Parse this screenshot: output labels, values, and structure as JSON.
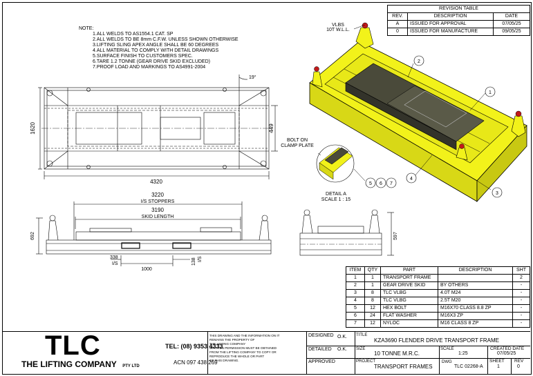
{
  "notes": {
    "heading": "NOTE:",
    "items": [
      "1.ALL WELDS TO AS1554.1 CAT. SP",
      "2.ALL WELDS TO BE 8mm C.F.W. UNLESS SHOWN OTHERWISE",
      "3.LIFTING SLING APEX ANGLE SHALL BE 60 DEGREES",
      "4.ALL MATERIAL TO COMPLY WITH DETAIL DRAWINGS",
      "5.SURFACE FINISH TO CUSTOMERS SPEC.",
      "6.TARE 1.2 TONNE (GEAR DRIVE SKID EXCLUDED)",
      "7.PROOF LOAD AND MARKINGS TO AS4991-2004"
    ]
  },
  "revision_table": {
    "title": "REVISION TABLE",
    "headers": [
      "REV.",
      "DESCRIPTION",
      "DATE"
    ],
    "rows": [
      [
        "A",
        "ISSUED FOR APPROVAL",
        "07/05/25"
      ],
      [
        "0",
        "ISSUED FOR MANUFACTURE",
        "09/05/25"
      ]
    ]
  },
  "dimensions": {
    "length": "4320",
    "width": "1620",
    "inner_width": "449",
    "angle": "19°",
    "stoppers_value": "3220",
    "stoppers_label": "I/S STOPPERS",
    "skid_value": "3190",
    "skid_label": "SKID LENGTH",
    "height": "692",
    "side_height": "597",
    "offset_a": "338",
    "offset_a_label": "I/S",
    "spacing": "1000",
    "offset_b": "138",
    "offset_b_label": "I/S"
  },
  "callouts": {
    "vlbs": "VLBS",
    "wll": "10T W.L.L.",
    "bolt_on": "BOLT ON",
    "clamp_plate": "CLAMP PLATE",
    "detail": "DETAIL A",
    "scale": "SCALE 1 : 15",
    "balloons": [
      "1",
      "2",
      "3",
      "4",
      "5",
      "6",
      "7"
    ]
  },
  "bom": {
    "headers": [
      "ITEM",
      "QTY",
      "PART",
      "DESCRIPTION",
      "SHT"
    ],
    "rows": [
      [
        "1",
        "1",
        "TRANSPORT FRAME",
        "",
        "2"
      ],
      [
        "2",
        "1",
        "GEAR DRIVE SKID",
        "BY OTHERS",
        "-"
      ],
      [
        "3",
        "8",
        "TLC VLBG",
        "4.0T M24",
        "-"
      ],
      [
        "4",
        "8",
        "TLC VLBG",
        "2.5T M20",
        "-"
      ],
      [
        "5",
        "12",
        "HEX BOLT",
        "M16X70 CLASS 8.8 ZP",
        "-"
      ],
      [
        "6",
        "24",
        "FLAT WASHER",
        "M16X3 ZP",
        "-"
      ],
      [
        "7",
        "12",
        "NYLOC",
        "M16 CLASS 8 ZP",
        "-"
      ]
    ]
  },
  "title_block": {
    "logo": "TLC",
    "company": "THE LIFTING COMPANY",
    "pty": "PTY LTD",
    "tel": "TEL: (08) 9353 4333",
    "acn": "ACN 097 438 269",
    "disclaimer": [
      "THIS DRAWING AND THE INFORMATION ON IT",
      "REMAINS THE PROPERTY OF",
      "THE LIFTING COMPANY",
      "WRITTEN PERMISSION MUST BE OBTAINED",
      "FROM THE LIFTING COMPANY TO COPY OR",
      "REPRODUCE THE WHOLE OR PART",
      "OF THIS DRAWING."
    ],
    "designed_label": "DESIGNED",
    "designed_val": "O.K.",
    "detailed_label": "DETAILED",
    "detailed_val": "O.K.",
    "approved_label": "APPROVED",
    "title_label": "TITLE",
    "title": "KZA3690 FLENDER DRIVE TRANSPORT FRAME",
    "size_label": "SIZE",
    "size": "10 TONNE M.R.C.",
    "scale_label": "SCALE",
    "scale": "1:25",
    "created_label": "CREATED DATE",
    "created": "07/05/25",
    "project_label": "PROJECT",
    "project": "TRANSPORT FRAMES",
    "dwg_label": "DWG",
    "dwg": "TLC 02268-A",
    "sheet_label": "SHEET",
    "sheet": "1",
    "rev_label": "REV",
    "rev": "0"
  },
  "colors": {
    "frame_yellow": "#f2f21a",
    "frame_dark": "#4a4a3a",
    "line": "#000000"
  }
}
